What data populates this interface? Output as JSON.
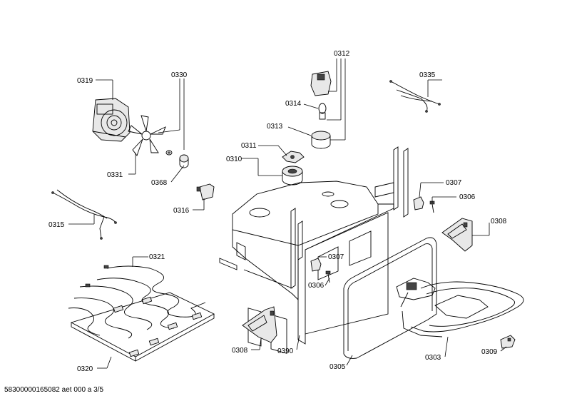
{
  "labels": {
    "p0319": "0319",
    "p0330": "0330",
    "p0331": "0331",
    "p0368": "0368",
    "p0312": "0312",
    "p0314": "0314",
    "p0313": "0313",
    "p0311": "0311",
    "p0310": "0310",
    "p0316": "0316",
    "p0315": "0315",
    "p0335": "0335",
    "p0307a": "0307",
    "p0306a": "0306",
    "p0308a": "0308",
    "p0321": "0321",
    "p0307b": "0307",
    "p0306b": "0306",
    "p0308b": "0308",
    "p0390": "0390",
    "p0320": "0320",
    "p0305": "0305",
    "p0303": "0303",
    "p0309": "0309"
  },
  "footer": "58300000165082 aet 000 a 3/5"
}
